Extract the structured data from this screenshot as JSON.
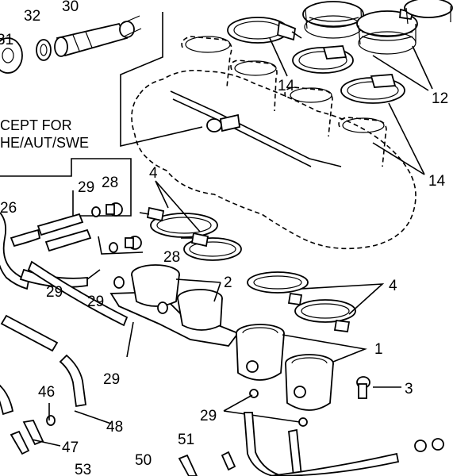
{
  "diagram": {
    "note_lines": [
      "CEPT FOR",
      "HE/AUT/SWE"
    ],
    "callouts": {
      "c31": "31",
      "c32": "32",
      "c30": "30",
      "c14a": "14",
      "c12": "12",
      "c14b": "14",
      "c4a": "4",
      "c29a": "29",
      "c28a": "28",
      "c26": "26",
      "c28b": "28",
      "c2": "2",
      "c29b": "29",
      "c29c": "29",
      "c4b": "4",
      "c1": "1",
      "c29d": "29",
      "c3": "3",
      "c29e": "29",
      "c46": "46",
      "c48": "48",
      "c47": "47",
      "c51": "51",
      "c50": "50",
      "c53": "53"
    }
  }
}
